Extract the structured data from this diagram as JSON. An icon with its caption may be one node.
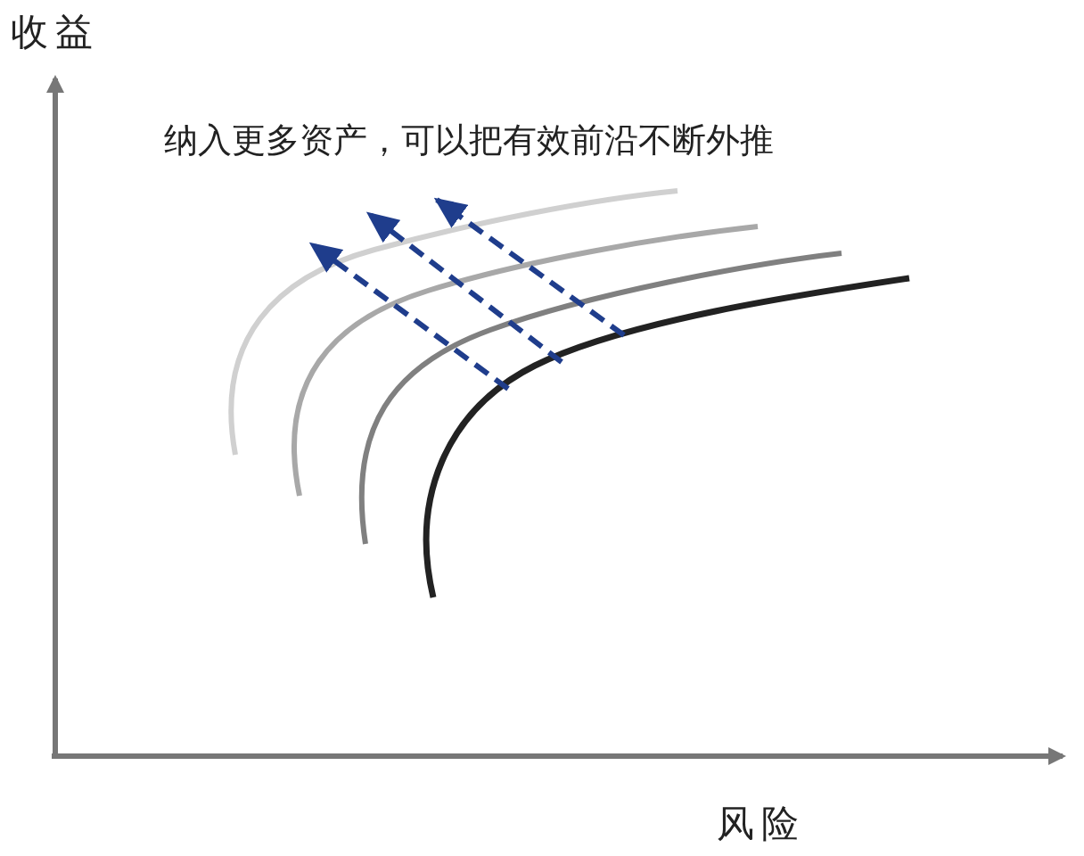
{
  "diagram": {
    "labels": [
      "收益",
      "纳入更多资产，可以把有效前沿不断外推",
      "风险"
    ]
  }
}
